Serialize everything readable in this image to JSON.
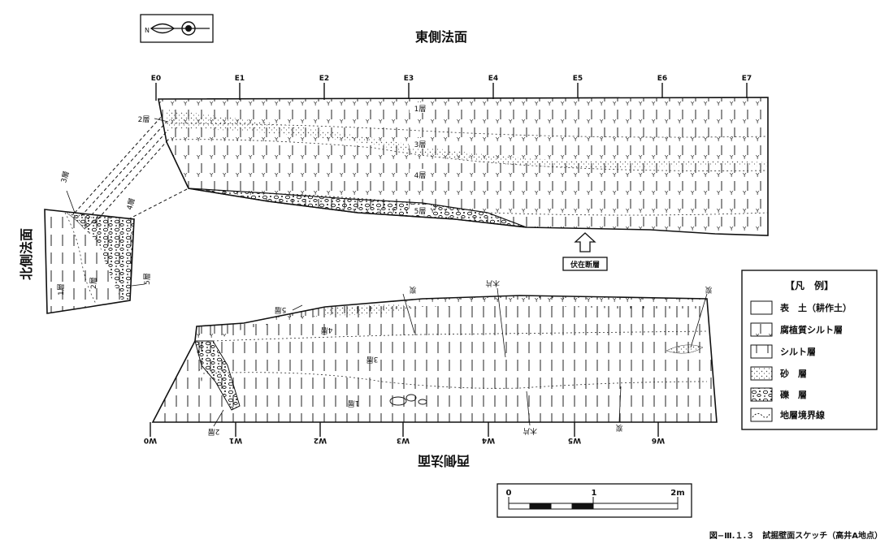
{
  "titles": {
    "east": "東側法面",
    "west": "西側法面",
    "north": "北側法面"
  },
  "compass": {
    "letter": "N"
  },
  "east_stations": [
    "E0",
    "E1",
    "E2",
    "E3",
    "E4",
    "E5",
    "E6",
    "E7"
  ],
  "west_stations": [
    "W0",
    "W1",
    "W2",
    "W3",
    "W4",
    "W5",
    "W6"
  ],
  "east_layers": [
    "1層",
    "2層",
    "3層",
    "4層",
    "5層"
  ],
  "north_layers": [
    "3層",
    "4層",
    "1層",
    "2層",
    "5層"
  ],
  "west_layers": [
    "5層",
    "4層",
    "3層",
    "1層",
    "2層"
  ],
  "west_notes": [
    "炭",
    "木片",
    "炭",
    "木片",
    "炭"
  ],
  "fault_label": "伏在断層",
  "legend": {
    "title": "【凡　例】",
    "items": [
      "表　土（耕作土）",
      "腐植質シルト層",
      "シルト層",
      "砂　層",
      "礫　層",
      "地層境界線"
    ]
  },
  "scale": {
    "labels": [
      "0",
      "1",
      "2m"
    ]
  },
  "caption": "図−Ⅲ.１.３　試掘壁面スケッチ（高井A地点）"
}
